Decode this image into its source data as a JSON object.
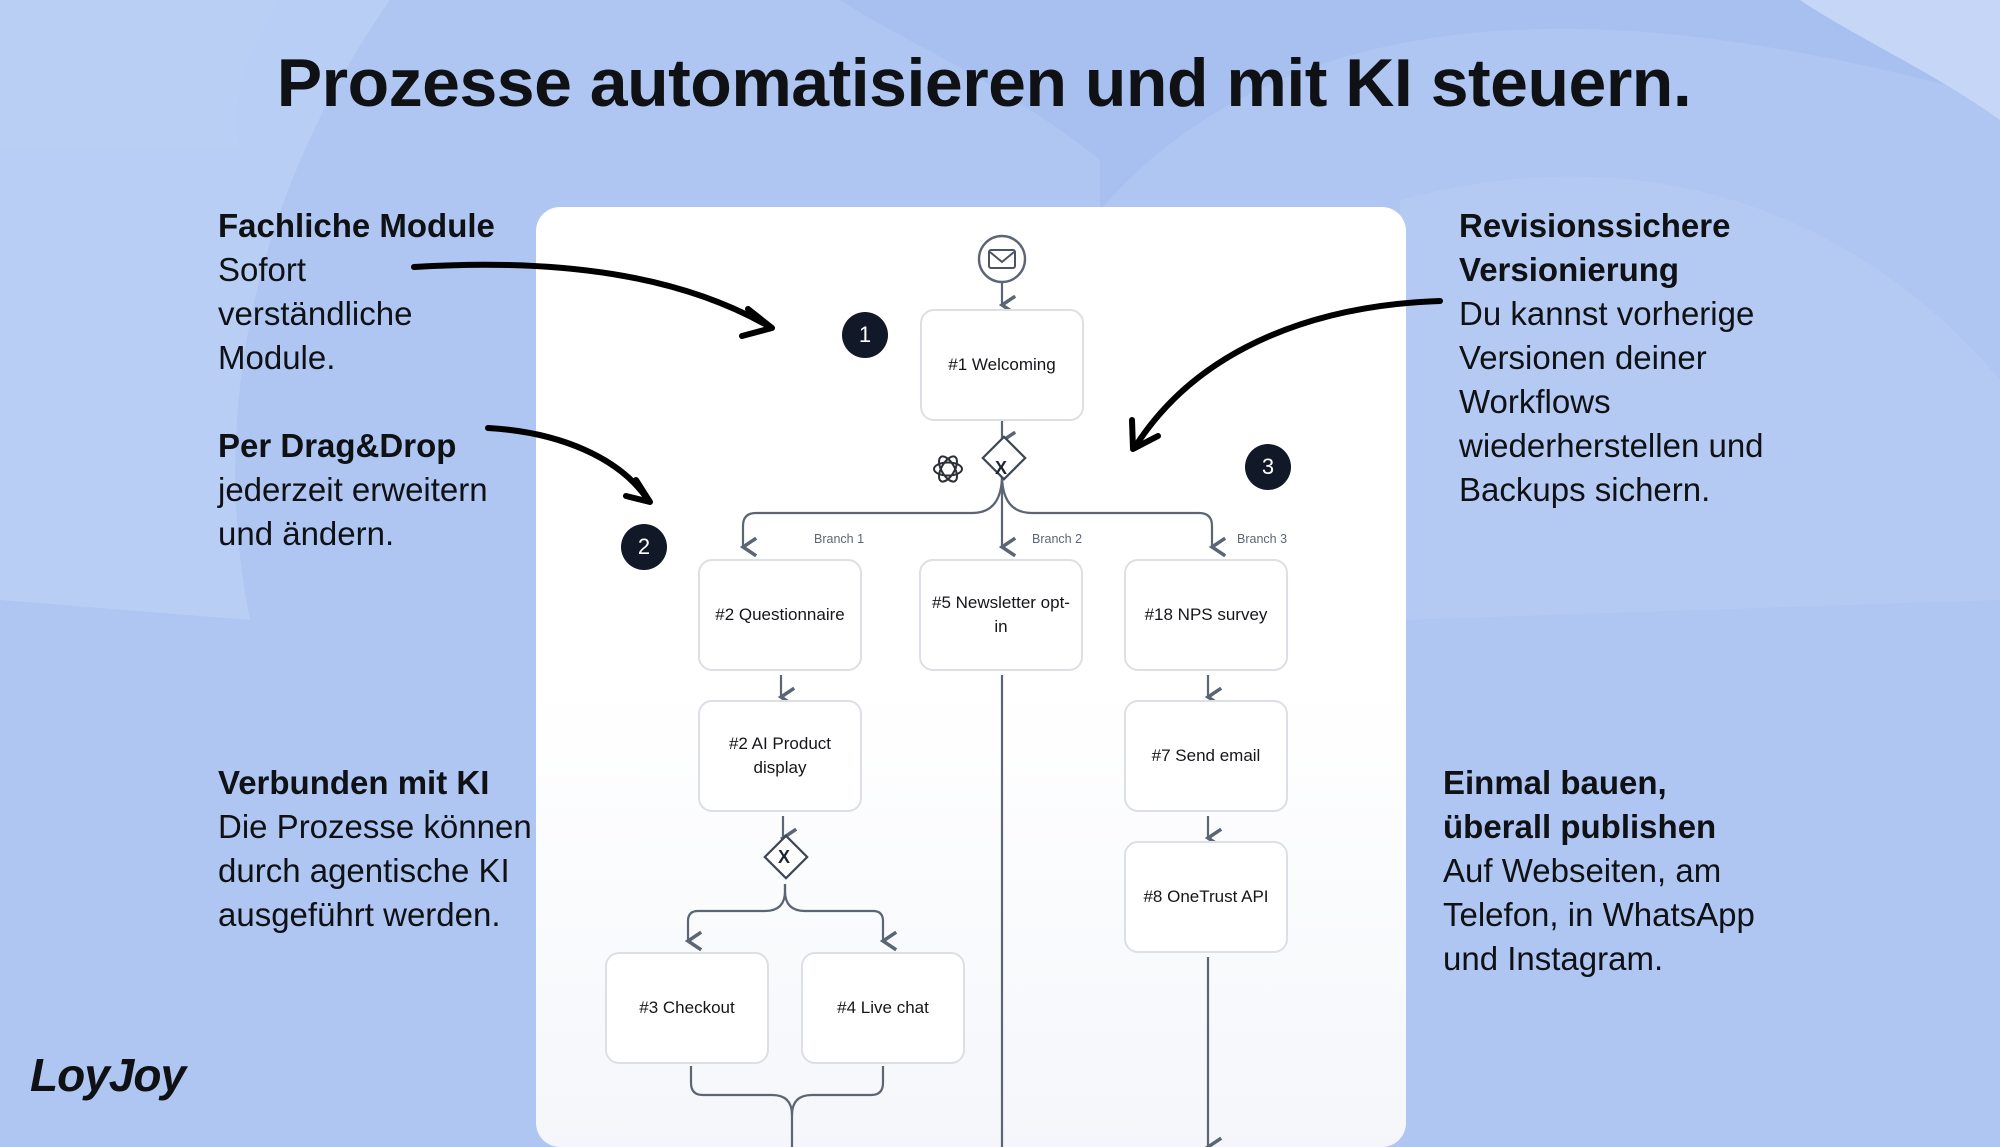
{
  "title": "Prozesse automatisieren und mit KI steuern.",
  "notes": {
    "fachliche": {
      "heading": "Fachliche Module",
      "lines": [
        "Sofort",
        "verständliche",
        "Module."
      ]
    },
    "dragdrop": {
      "heading": "Per Drag&Drop",
      "lines": [
        "jederzeit erweitern",
        "und ändern."
      ]
    },
    "ki": {
      "heading": "Verbunden mit KI",
      "lines": [
        "Die Prozesse können",
        "durch agentische KI",
        "ausgeführt werden."
      ]
    },
    "revision": {
      "heading_lines": [
        "Revisionssichere",
        "Versionierung"
      ],
      "lines": [
        "Du kannst vorherige",
        "Versionen deiner",
        "Workflows",
        "wiederherstellen und",
        "Backups sichern."
      ]
    },
    "publish": {
      "heading_lines": [
        "Einmal bauen,",
        "überall publishen"
      ],
      "lines": [
        "Auf Webseiten, am",
        "Telefon, in WhatsApp",
        "und Instagram."
      ]
    }
  },
  "badges": [
    "1",
    "2",
    "3"
  ],
  "nodes": {
    "welcoming": "#1 Welcoming",
    "questionnaire": "#2 Questionnaire",
    "ai_product": "#2 AI Product display",
    "newsletter": "#5 Newsletter opt-in",
    "nps": "#18 NPS survey",
    "send_email": "#7 Send email",
    "onetrust": "#8 OneTrust API",
    "checkout": "#3 Checkout",
    "live_chat": "#4 Live chat"
  },
  "gateway_symbol": "X",
  "branches": [
    "Branch 1",
    "Branch 2",
    "Branch 3"
  ],
  "icons": {
    "trigger": "envelope-icon",
    "ai": "openai-icon"
  },
  "logo": "LoyJoy",
  "colors": {
    "background": "#aec6f1",
    "canvas": "#ffffff",
    "node_border": "#dcdfe4",
    "connector": "#5b6573",
    "badge": "#111827",
    "arrow": "#000000"
  }
}
